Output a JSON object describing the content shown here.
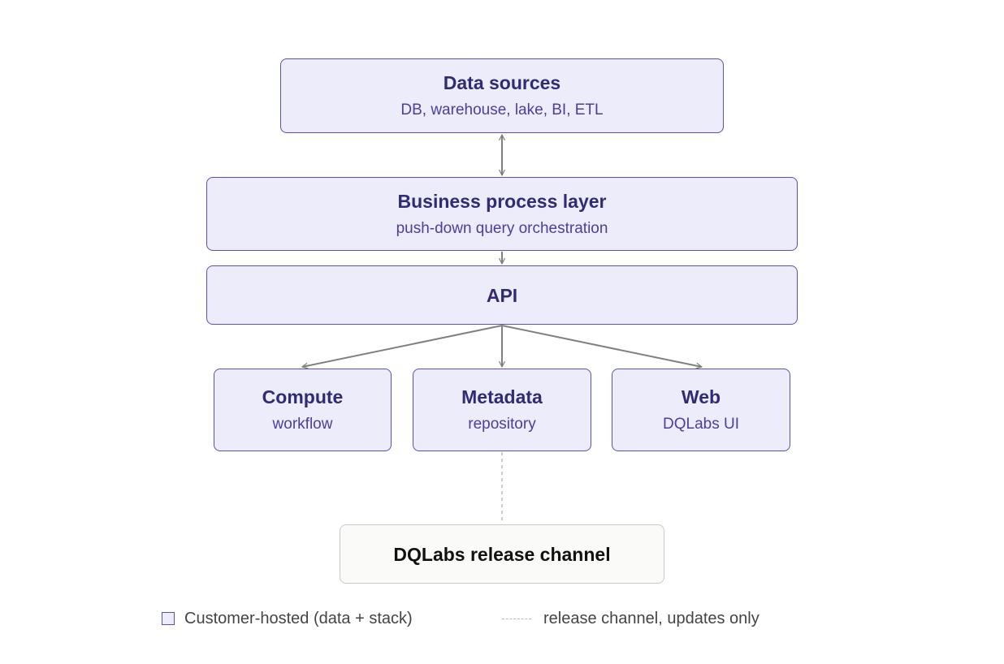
{
  "nodes": {
    "data_sources": {
      "title": "Data sources",
      "subtitle": "DB, warehouse, lake, BI, ETL"
    },
    "business_layer": {
      "title": "Business process layer",
      "subtitle": "push-down query orchestration"
    },
    "api": {
      "title": "API"
    },
    "compute": {
      "title": "Compute",
      "subtitle": "workflow"
    },
    "metadata": {
      "title": "Metadata",
      "subtitle": "repository"
    },
    "web": {
      "title": "Web",
      "subtitle": "DQLabs UI"
    },
    "release": {
      "title": "DQLabs release channel"
    }
  },
  "edges": [
    {
      "from": "data_sources",
      "to": "business_layer",
      "style": "solid",
      "arrows": "both"
    },
    {
      "from": "business_layer",
      "to": "api",
      "style": "solid",
      "arrows": "end"
    },
    {
      "from": "api",
      "to": "compute",
      "style": "solid",
      "arrows": "end"
    },
    {
      "from": "api",
      "to": "metadata",
      "style": "solid",
      "arrows": "end"
    },
    {
      "from": "api",
      "to": "web",
      "style": "solid",
      "arrows": "end"
    },
    {
      "from": "metadata",
      "to": "release",
      "style": "dashed",
      "arrows": "none"
    }
  ],
  "legend": {
    "customer_hosted": "Customer-hosted (data + stack)",
    "release_channel": "release channel, updates only"
  },
  "colors": {
    "node_fill": "#ececfa",
    "node_border": "#5a4fb3",
    "title_text": "#312b76",
    "subtitle_text": "#4a3f9e",
    "connector": "#808080",
    "dashed_connector": "#b8b8b8",
    "external_fill": "#fafaf8",
    "external_border": "#c9c9c6"
  }
}
